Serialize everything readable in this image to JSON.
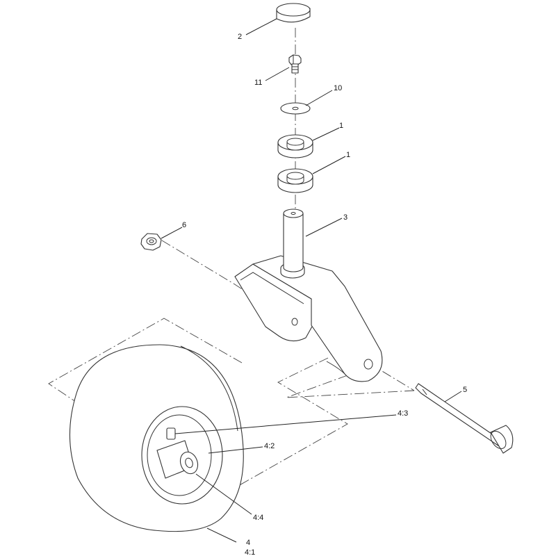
{
  "callouts": {
    "c1a": "1",
    "c1b": "1",
    "c2": "2",
    "c3": "3",
    "c4": "4",
    "c4_1": "4:1",
    "c4_2": "4:2",
    "c4_3": "4:3",
    "c4_4": "4:4",
    "c5": "5",
    "c6": "6",
    "c10": "10",
    "c11": "11"
  },
  "colors": {
    "line": "#333333",
    "background": "#ffffff"
  }
}
